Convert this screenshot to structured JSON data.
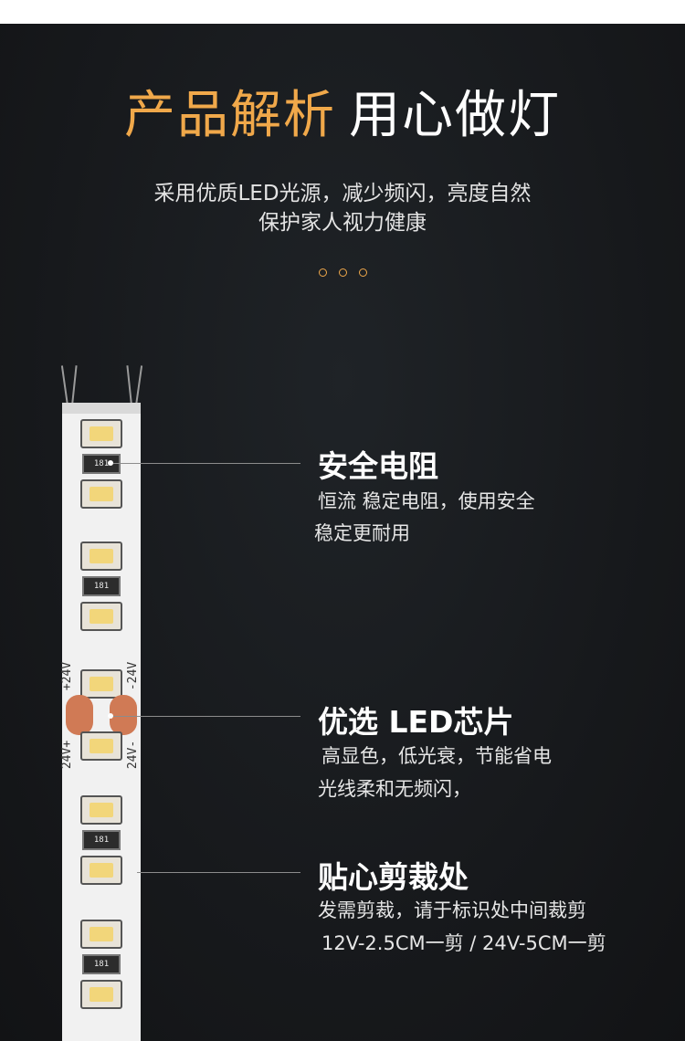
{
  "headline": {
    "orange": "产品解析",
    "white": "用心做灯"
  },
  "subtitle": {
    "line1": "采用优质LED光源，减少频闪，亮度自然",
    "line2": "保护家人视力健康"
  },
  "strip": {
    "resistor_code": "181",
    "labels": {
      "top_left": "+24V",
      "top_right": "-24V",
      "bottom_left": "24V+",
      "bottom_right": "24V-"
    }
  },
  "features": [
    {
      "title": "安全电阻",
      "line1": "恒流 稳定电阻，使用安全",
      "line2": "稳定更耐用"
    },
    {
      "title": "优选 LED芯片",
      "line1": "高显色，低光衰，节能省电",
      "line2": "光线柔和无频闪，"
    },
    {
      "title": "贴心剪裁处",
      "line1": "发需剪裁，请于标识处中间裁剪",
      "line2": "12V-2.5CM一剪 / 24V-5CM一剪"
    }
  ],
  "colors": {
    "accent": "#f0a84a",
    "background": "#17191c",
    "pad": "#d07a55"
  }
}
